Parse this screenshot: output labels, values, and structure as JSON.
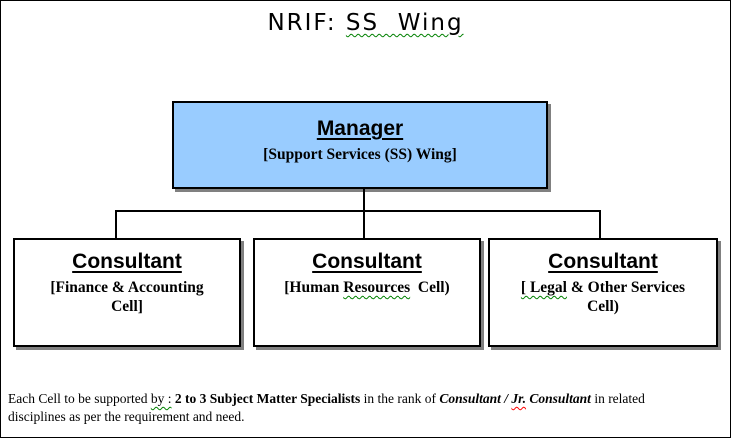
{
  "title": {
    "prefix": "NRIF: ",
    "underlined": "SS  Wing"
  },
  "manager": {
    "heading": "Manager",
    "subtitle": "[Support Services (SS) Wing]"
  },
  "consultants": [
    {
      "heading": "Consultant",
      "line1": {
        "a": "[Finance & Accounting"
      },
      "line2": {
        "a": "Cell]"
      }
    },
    {
      "heading": "Consultant",
      "line1": {
        "a": "[Human ",
        "b": "Resources",
        "c": "  Cell)"
      }
    },
    {
      "heading": "Consultant",
      "line1": {
        "a": "[ Legal",
        "b": " & Other Services"
      },
      "line2": {
        "a": "Cell)"
      }
    }
  ],
  "footer": {
    "line1": {
      "s0": "Each Cell to be supported ",
      "s1": "by :",
      "s2": " ",
      "s3": "2 to 3 Subject Matter Specialists",
      "s4": " in the rank of ",
      "s5": "Consultant / ",
      "s6": "Jr.",
      "s7": " Consultant",
      "s8": " in related"
    },
    "line2": "disciplines as per the requirement and need."
  },
  "colors": {
    "manager_fill": "#99CCFF",
    "box_shadow": "#808080",
    "wavy_green": "#008000",
    "wavy_red": "#FF0000",
    "line": "#000000"
  }
}
